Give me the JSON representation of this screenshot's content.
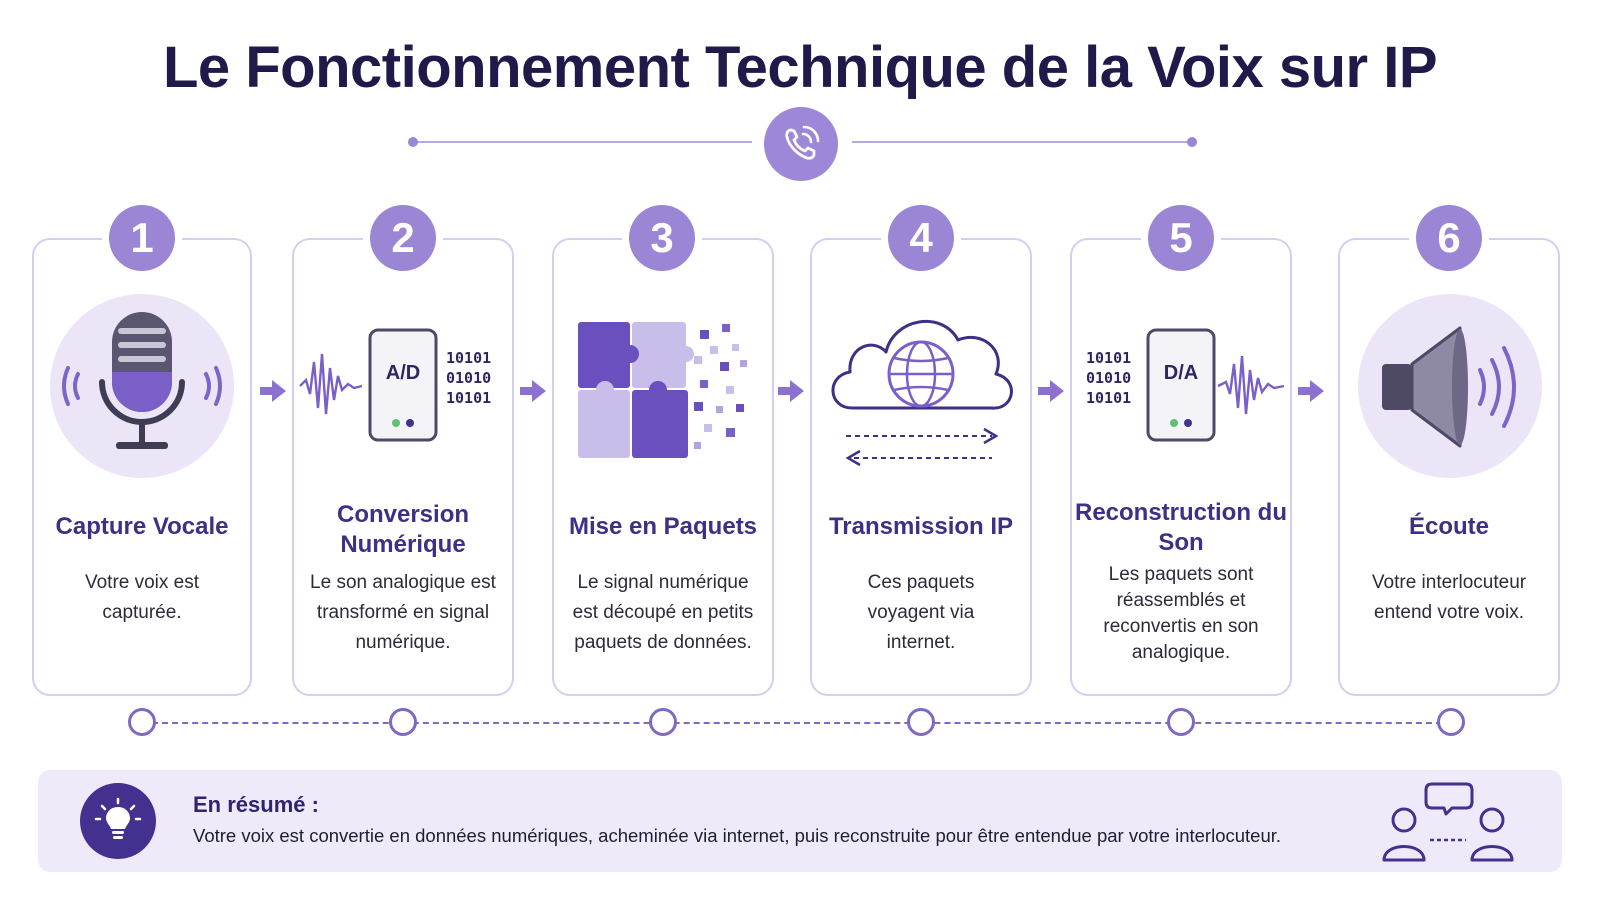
{
  "title": "Le Fonctionnement Technique de la Voix sur IP",
  "colors": {
    "accent": "#9b86d6",
    "accent_dark": "#43308f",
    "title_text": "#1f1a4a",
    "card_border": "#d6cdef",
    "summary_bg": "#efeafa"
  },
  "header_icon": "phone-icon",
  "steps": [
    {
      "number": "1",
      "title": "Capture Vocale",
      "description": "Votre voix est capturée.",
      "icon": "microphone-icon"
    },
    {
      "number": "2",
      "title": "Conversion Numérique",
      "description": "Le son analogique est transformé en signal numérique.",
      "icon": "analog-digital-converter-icon",
      "device_label": "A/D",
      "binary": [
        "10101",
        "01010",
        "10101"
      ]
    },
    {
      "number": "3",
      "title": "Mise en Paquets",
      "description": "Le signal numérique est découpé en petits paquets de données.",
      "icon": "puzzle-packets-icon"
    },
    {
      "number": "4",
      "title": "Transmission IP",
      "description": "Ces paquets voyagent via internet.",
      "icon": "cloud-globe-icon"
    },
    {
      "number": "5",
      "title": "Reconstruction du Son",
      "description": "Les paquets sont réassemblés et reconvertis en son analogique.",
      "icon": "digital-analog-converter-icon",
      "device_label": "D/A",
      "binary": [
        "10101",
        "01010",
        "10101"
      ]
    },
    {
      "number": "6",
      "title": "Écoute",
      "description": "Votre interlocuteur entend votre voix.",
      "icon": "speaker-icon"
    }
  ],
  "summary": {
    "title": "En résumé :",
    "text": "Votre voix est convertie en données numériques, acheminée via internet, puis reconstruite pour être entendue par votre interlocuteur.",
    "icon": "lightbulb-icon",
    "right_icon": "people-chat-icon"
  }
}
